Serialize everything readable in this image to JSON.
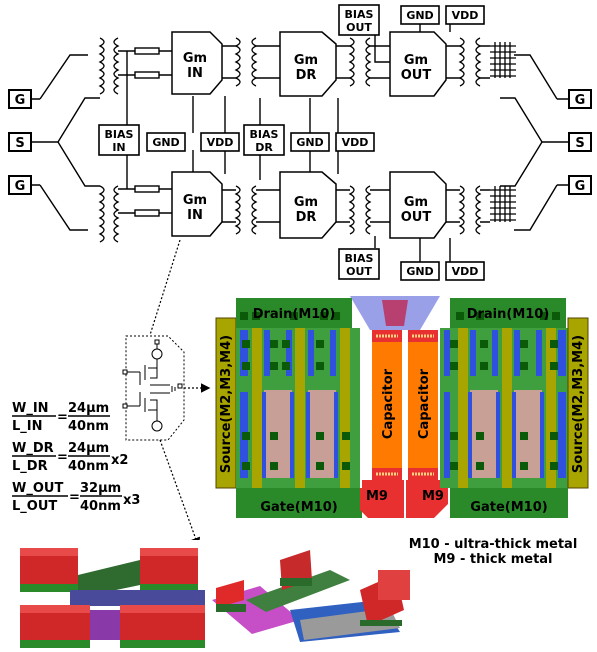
{
  "ports": {
    "left_g_top": "G",
    "left_s": "S",
    "left_g_bot": "G",
    "right_g_top": "G",
    "right_s": "S",
    "right_g_bot": "G"
  },
  "stages": {
    "gm_in": [
      "Gm",
      "IN"
    ],
    "gm_dr": [
      "Gm",
      "DR"
    ],
    "gm_out": [
      "Gm",
      "OUT"
    ]
  },
  "bias": {
    "in": [
      "BIAS",
      "IN"
    ],
    "dr": [
      "BIAS",
      "DR"
    ],
    "out": [
      "BIAS",
      "OUT"
    ]
  },
  "supply": {
    "gnd": "GND",
    "vdd": "VDD"
  },
  "sizing": {
    "w_in": "W_IN",
    "l_in": "L_IN",
    "in_value_top": "24µm",
    "in_value_bot": "40nm",
    "in_mult": "",
    "w_dr": "W_DR",
    "l_dr": "L_DR",
    "dr_value_top": "24µm",
    "dr_value_bot": "40nm",
    "dr_mult": "x2",
    "w_out": "W_OUT",
    "l_out": "L_OUT",
    "out_value_top": "32µm",
    "out_value_bot": "40nm",
    "out_mult": "x3"
  },
  "layout": {
    "drain_left": "Drain(M10)",
    "drain_right": "Drain(M10)",
    "source_left": "Source(M2,M3,M4)",
    "source_right": "Source(M2,M3,M4)",
    "gate_left": "Gate(M10)",
    "gate_right": "Gate(M10)",
    "cap_left": "Capacitor",
    "cap_right": "Capacitor",
    "m9_left": "M9",
    "m9_right": "M9"
  },
  "legend": {
    "m10": "M10 - ultra-thick metal",
    "m9": "M9 - thick metal"
  },
  "colors": {
    "drain_green": "#2a8a2a",
    "dark_green": "#0a5a0a",
    "source_olive": "#a8a400",
    "capacitor_orange": "#ff7a00",
    "m9_red": "#e83030",
    "via_blue": "#3050e0",
    "overlay_lavender": "#9aa0e8",
    "gate_channel_pink": "#d7a0a0"
  }
}
